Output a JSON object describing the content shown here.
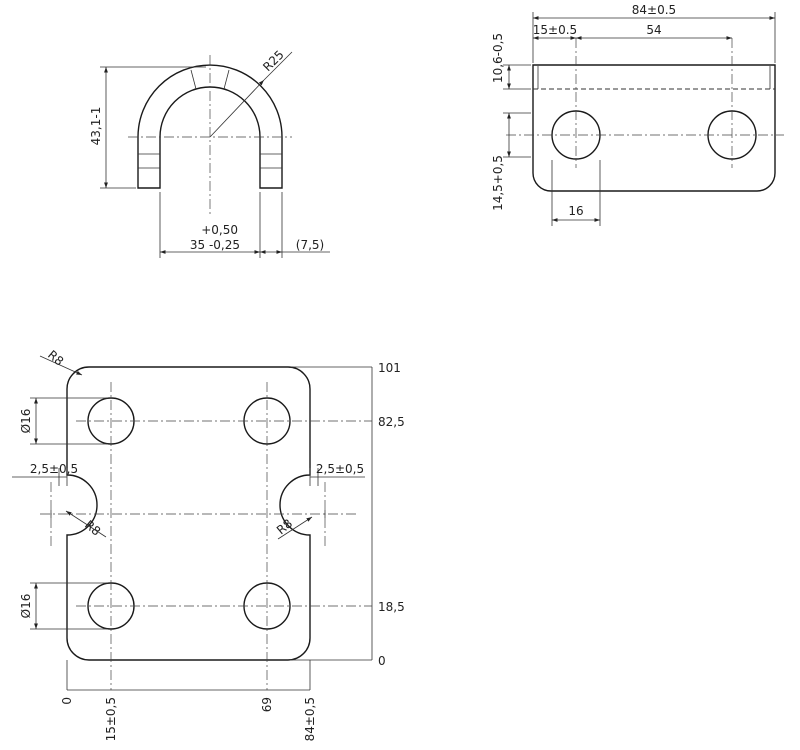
{
  "drawing": {
    "front_view": {
      "radius_label": "R25",
      "height_label": "43,1-1",
      "width_tol_label": "+0,50",
      "width_label": "35 -0,25",
      "thickness_label": "(7,5)"
    },
    "side_view": {
      "overall_label": "84±0.5",
      "offset_label": "15±0.5",
      "pitch_label": "54",
      "top_label": "10,6-0,5",
      "center_label": "14,5+0,5",
      "hole_label": "16"
    },
    "flat_pattern": {
      "corner_radius_label": "R8",
      "hole_dia_top_label": "Ø16",
      "hole_dia_bottom_label": "Ø16",
      "notch_left_label": "2,5±0,5",
      "notch_right_label": "2,5±0,5",
      "notch_radius_left_label": "R8",
      "notch_radius_right_label": "R8",
      "y_ordinates": [
        "101",
        "82,5",
        "18,5",
        "0"
      ],
      "x_ordinates": [
        "0",
        "15±0,5",
        "69",
        "84±0,5"
      ]
    }
  }
}
